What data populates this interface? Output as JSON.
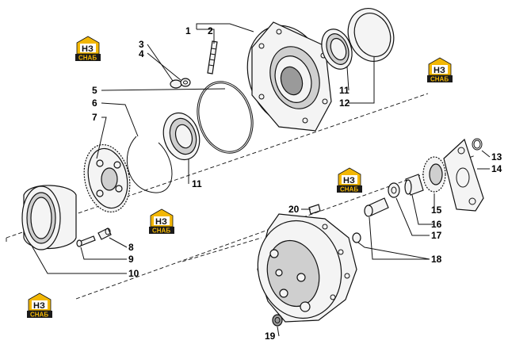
{
  "logo": {
    "letters": "НЗ",
    "word": "СНАБ",
    "accent": "#f2b705",
    "dark": "#1a1a1a"
  },
  "callouts": {
    "c1": "1",
    "c2": "2",
    "c3": "3",
    "c4": "4",
    "c5": "5",
    "c6": "6",
    "c7": "7",
    "c8": "8",
    "c9": "9",
    "c10": "10",
    "c11a": "11",
    "c11b": "11",
    "c12": "12",
    "c13": "13",
    "c14": "14",
    "c15": "15",
    "c16": "16",
    "c17": "17",
    "c18": "18",
    "c19": "19",
    "c20": "20"
  },
  "colors": {
    "line": "#111111",
    "background": "#ffffff"
  }
}
